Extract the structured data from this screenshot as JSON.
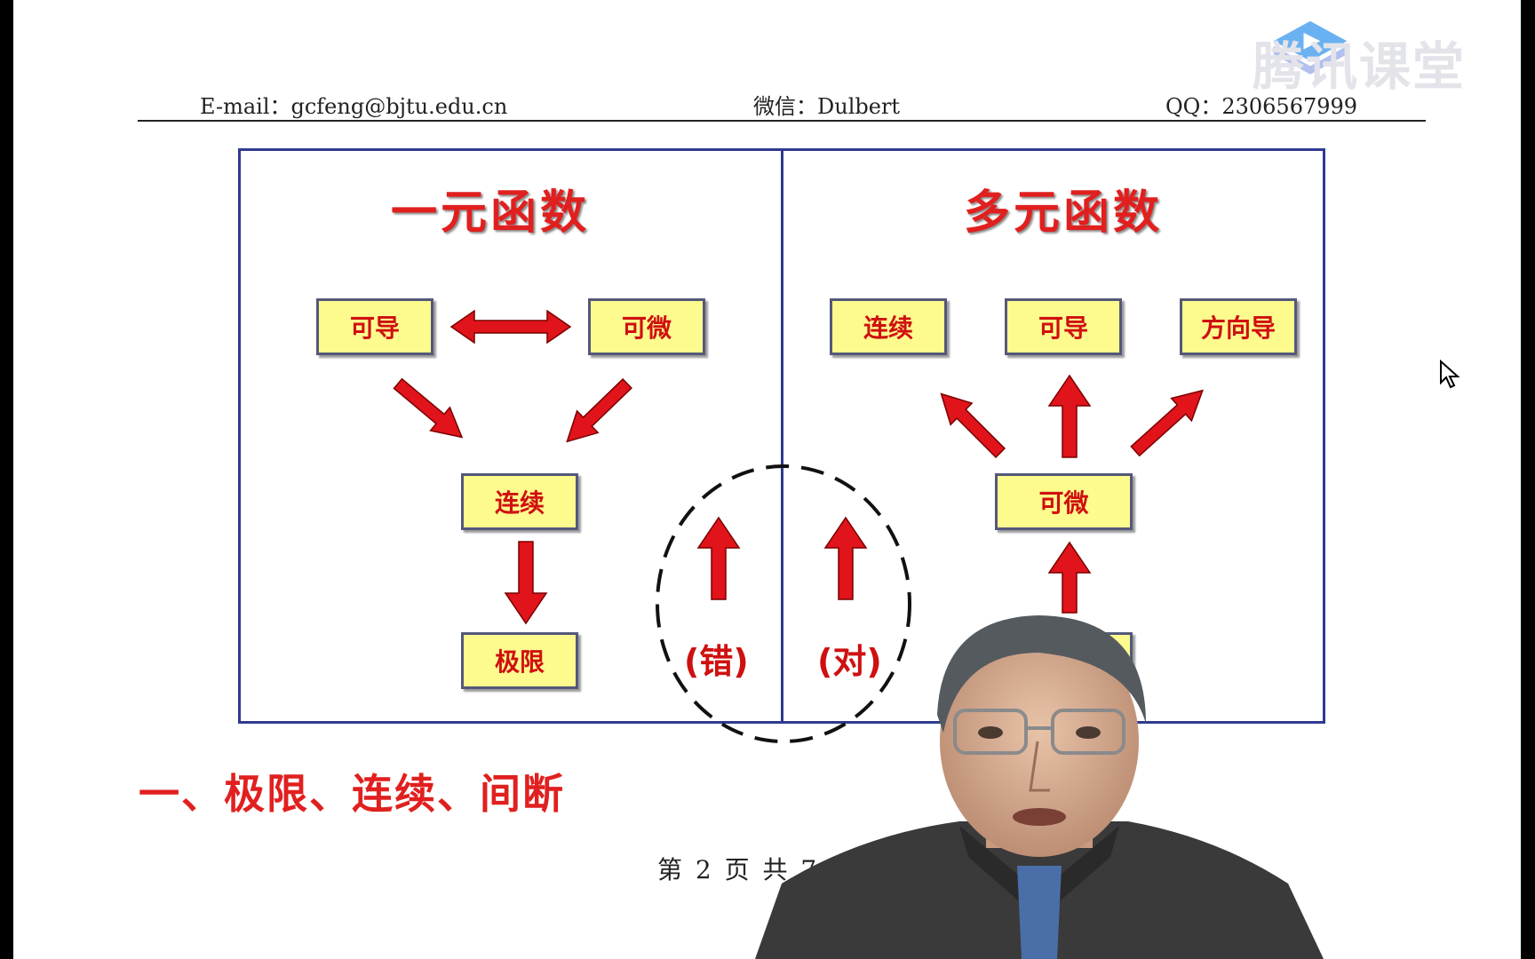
{
  "branding": {
    "name": "腾讯课堂"
  },
  "header": {
    "email": "E-mail：gcfeng@bjtu.edu.cn",
    "wechat": "微信：Dulbert",
    "qq": "QQ：2306567999"
  },
  "left_panel": {
    "title": "一元函数",
    "nodes": {
      "differentiable": "可导",
      "micro": "可微",
      "continuous": "连续",
      "limit": "极限"
    }
  },
  "right_panel": {
    "title": "多元函数",
    "nodes": {
      "continuous": "连续",
      "partial": "可导",
      "directional": "方向导",
      "micro": "可微"
    }
  },
  "annotations": {
    "wrong": "(错)",
    "right": "(对)"
  },
  "section_title": "一、极限、连续、间断",
  "footer": {
    "page_info": "第 2 页 共 76 页"
  },
  "colors": {
    "accent_red": "#e0201f",
    "node_fill": "#fdfa8e",
    "frame_blue": "#2f3a8f"
  }
}
